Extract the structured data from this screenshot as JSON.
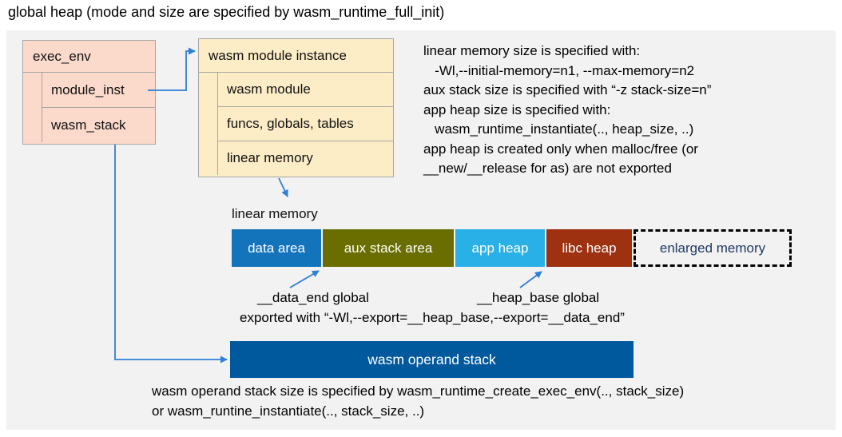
{
  "title": "global heap (mode and size are specified by wasm_runtime_full_init)",
  "exec_env": {
    "header": "exec_env",
    "rows": [
      "module_inst",
      "wasm_stack"
    ]
  },
  "module_instance": {
    "header": "wasm module instance",
    "rows": [
      "wasm module",
      "funcs, globals, tables",
      "linear memory"
    ]
  },
  "notes_right": [
    "linear memory size is specified with:",
    "   -Wl,--initial-memory=n1, --max-memory=n2",
    "aux stack size is specified with “-z stack-size=n”",
    "app heap size is specified with:",
    "   wasm_runtime_instantiate(.., heap_size, ..)",
    "app heap is created only when malloc/free (or",
    "__new/__release for as) are not exported"
  ],
  "linear_memory_label": "linear memory",
  "memory_segments": [
    {
      "label": "data area",
      "color": "#1374bc",
      "width": 112
    },
    {
      "label": "aux stack area",
      "color": "#6a6e00",
      "width": 164
    },
    {
      "label": "app heap",
      "color": "#29b0e6",
      "width": 112
    },
    {
      "label": "libc heap",
      "color": "#9e3110",
      "width": 107
    }
  ],
  "enlarged_memory": {
    "label": "enlarged memory",
    "text_color": "#1f3864",
    "width": 198
  },
  "data_end_label": "__data_end global",
  "heap_base_label": "__heap_base global",
  "export_line": "exported with “-Wl,--export=__heap_base,--export=__data_end”",
  "operand_stack": {
    "label": "wasm operand stack"
  },
  "bottom_notes": [
    "wasm operand stack size is specified by wasm_runtime_create_exec_env(.., stack_size)",
    "or wasm_runtine_instantiate(.., stack_size, ..)"
  ],
  "colors": {
    "arrow": "#2e7fd6",
    "exec_env_fill": "#fbd9cb",
    "module_instance_fill": "#fdedc7",
    "box_border": "#a6a6a6",
    "panel_bg": "#f2f2f2",
    "operand_stack_fill": "#00589d"
  }
}
